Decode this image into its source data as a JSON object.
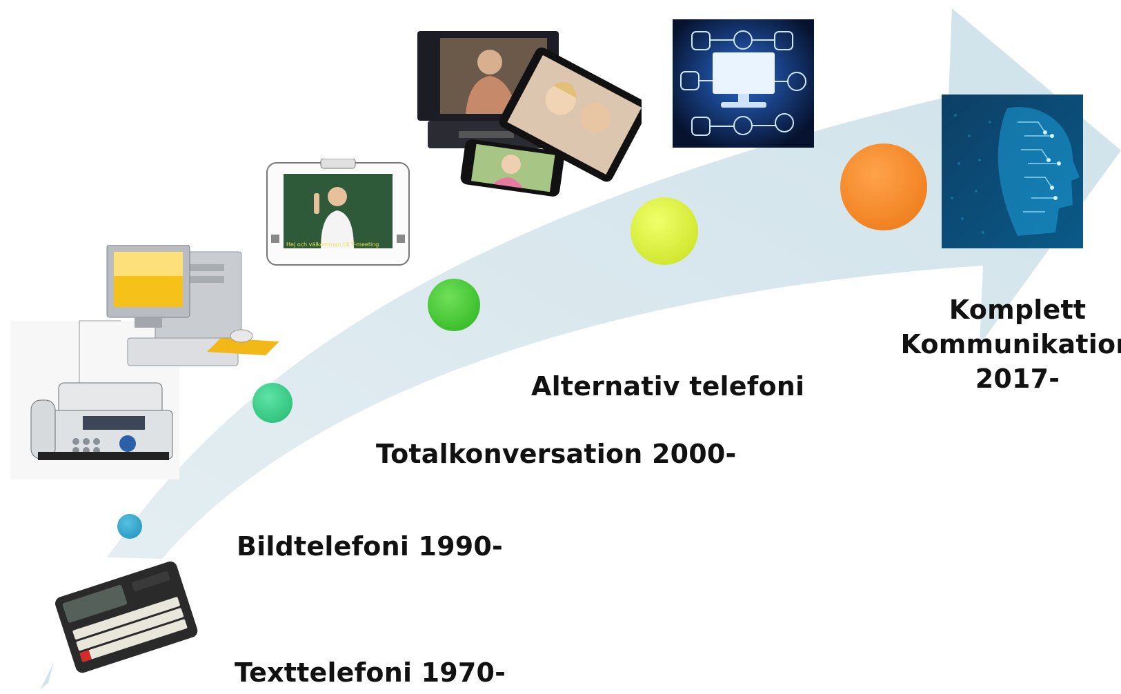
{
  "labels": {
    "texttelefoni": "Texttelefoni 1970-",
    "bildtelefoni": "Bildtelefoni 1990-",
    "totalkonversation": "Totalkonversation 2000-",
    "alternativ": "Alternativ telefoni",
    "komplett_line1": "Komplett",
    "komplett_line2": "Kommunikation",
    "komplett_line3": "2017-"
  },
  "video_caption": "Hej och välkommen till T-meeting",
  "colors": {
    "arrow": "#d3e5ec",
    "dot_1": "#2a9fc8",
    "dot_2": "#2fd184",
    "dot_3": "#3ccf2a",
    "dot_4": "#d8f02a",
    "dot_5": "#f3861f"
  },
  "icons": [
    "text-telephone-icon",
    "fax-and-computer-icon",
    "videophone-icon",
    "devices-video-call-icon",
    "network-computer-icon",
    "ai-head-icon"
  ]
}
